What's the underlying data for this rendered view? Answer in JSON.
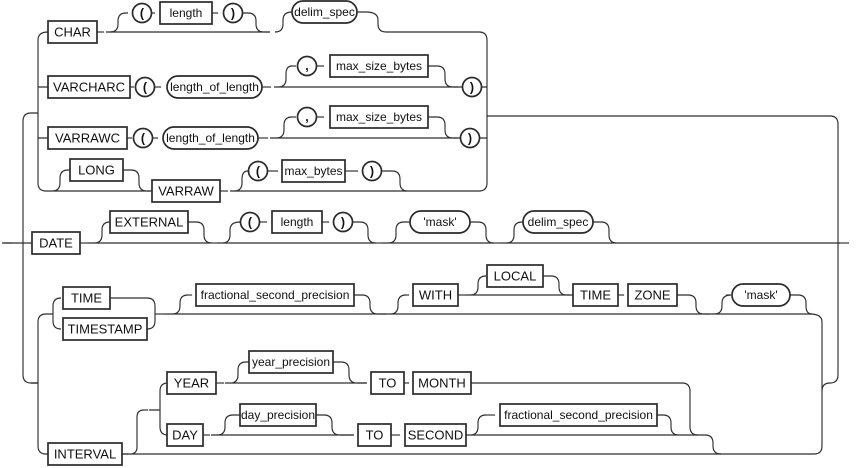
{
  "diagram": {
    "kind": "railroad-syntax-diagram",
    "labels": {
      "char": "CHAR",
      "lparen": "(",
      "rparen": ")",
      "comma": ",",
      "length": "length",
      "delim_spec": "delim_spec",
      "varcharc": "VARCHARC",
      "length_of_length": "length_of_length",
      "max_size_bytes": "max_size_bytes",
      "varrawc": "VARRAWC",
      "long_kw": "LONG",
      "varraw": "VARRAW",
      "max_bytes": "max_bytes",
      "date": "DATE",
      "external": "EXTERNAL",
      "mask": "'mask'",
      "time": "TIME",
      "timestamp": "TIMESTAMP",
      "fractional_second_precision": "fractional_second_precision",
      "with_kw": "WITH",
      "local_kw": "LOCAL",
      "zone": "ZONE",
      "interval": "INTERVAL",
      "year": "YEAR",
      "year_precision": "year_precision",
      "to_kw": "TO",
      "month": "MONTH",
      "day": "DAY",
      "day_precision": "day_precision",
      "second": "SECOND"
    }
  }
}
